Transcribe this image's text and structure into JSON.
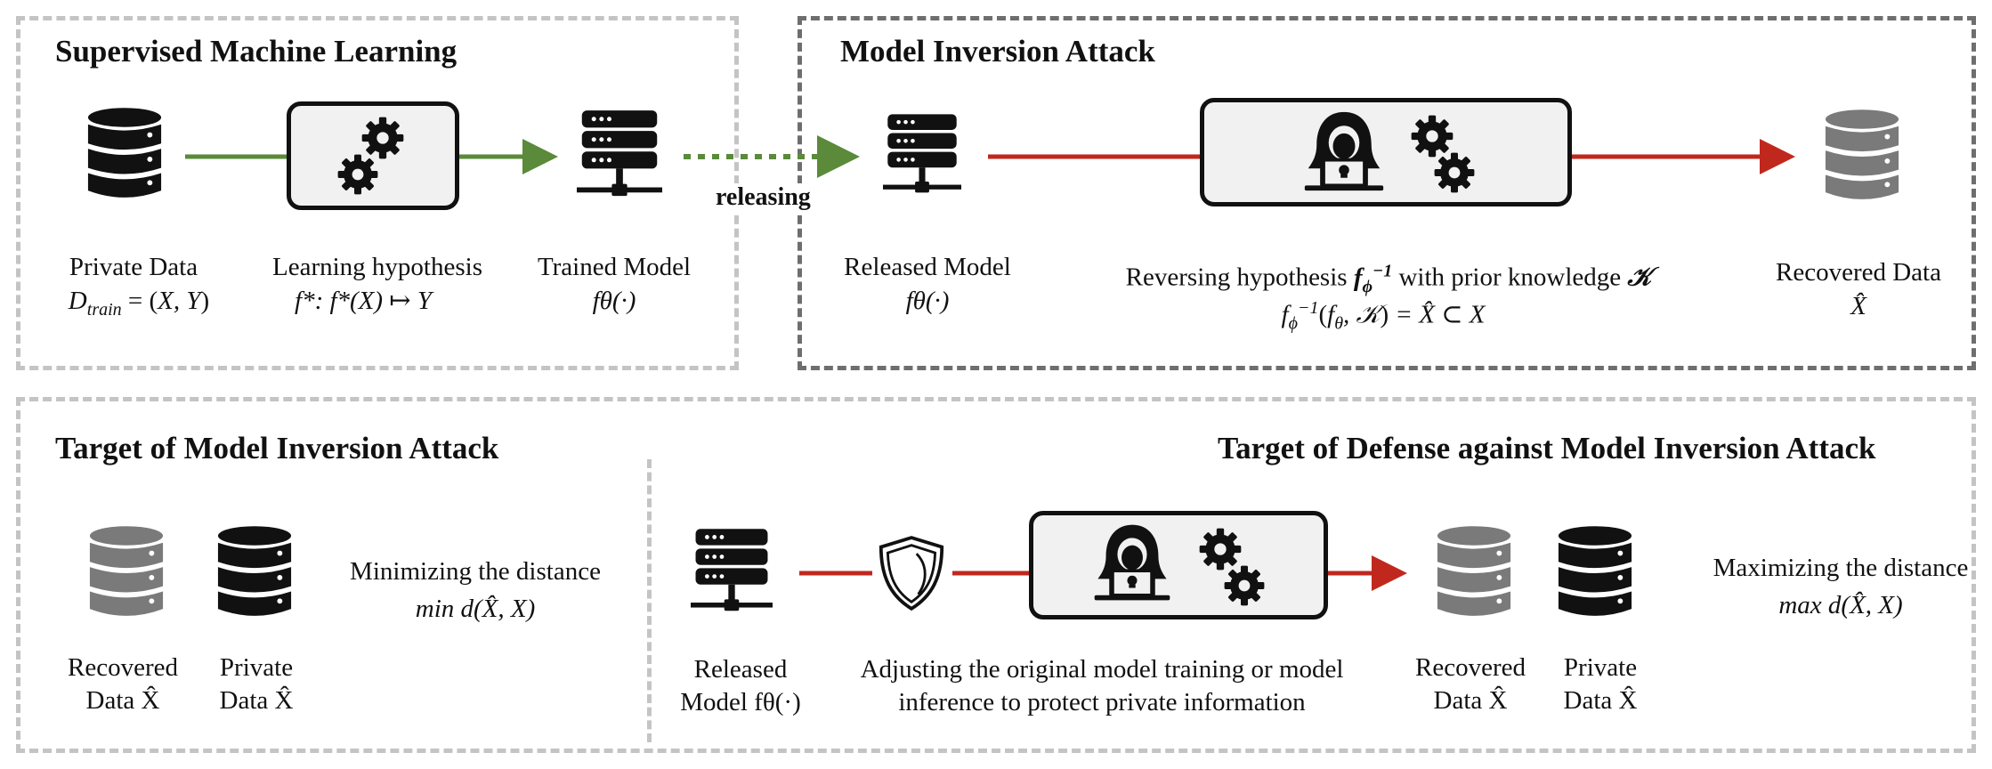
{
  "panels": {
    "supervised": {
      "title": "Supervised Machine Learning",
      "private_data_label": "Private Data",
      "private_data_formula": "D_train = (X, Y)",
      "learning_label": "Learning hypothesis",
      "learning_formula": "f*: f*(X) ↦ Y",
      "trained_label": "Trained Model",
      "trained_formula": "fθ(·)"
    },
    "releasing_label": "releasing",
    "inversion": {
      "title": "Model Inversion Attack",
      "released_label": "Released Model",
      "released_formula": "fθ(·)",
      "reversing_label_pre": "Reversing hypothesis",
      "reversing_label_post": "with prior knowledge",
      "reversing_formula": "f_ϕ^-1(fθ, 𝒦) = X̂ ⊂ X",
      "recovered_label": "Recovered Data",
      "recovered_formula": "X̂"
    },
    "target_attack": {
      "title": "Target of Model Inversion Attack",
      "recovered_label_1": "Recovered",
      "recovered_label_2": "Data X̂",
      "private_label_1": "Private",
      "private_label_2": "Data X̂",
      "minimize_label": "Minimizing the distance",
      "minimize_formula": "min d(X̂, X)"
    },
    "target_defense": {
      "title": "Target of Defense against Model Inversion Attack",
      "released_label_1": "Released",
      "released_label_2": "Model fθ(·)",
      "adjust_line_1": "Adjusting the original model training or model",
      "adjust_line_2": "inference to protect private information",
      "recovered_label_1": "Recovered",
      "recovered_label_2": "Data X̂",
      "private_label_1": "Private",
      "private_label_2": "Data X̂",
      "maximize_label": "Maximizing the distance",
      "maximize_formula": "max d(X̂, X)"
    }
  },
  "colors": {
    "green_arrow": "#5a8a3a",
    "red_arrow": "#c0281e",
    "panel_border_light": "#c4c4c4",
    "panel_border_dark": "#6e6e6e",
    "db_black": "#111111",
    "db_gray": "#7a7a7a"
  },
  "icons": [
    "database-icon",
    "gear-icon",
    "server-icon",
    "hacker-icon",
    "shield-icon"
  ]
}
